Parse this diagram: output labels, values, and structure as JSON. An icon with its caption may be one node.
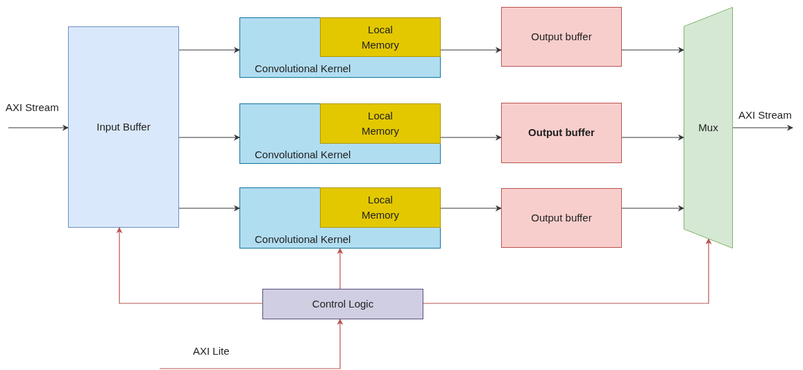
{
  "diagram": {
    "nodes": [
      {
        "text": [
          "Input Buffer"
        ]
      },
      {
        "text": [
          "Convolutional Kernel"
        ]
      },
      {
        "text": [
          "Local Memory"
        ],
        "in": 1
      },
      {
        "text": [
          "Convolutional Kernel"
        ]
      },
      {
        "text": [
          "Local Memory"
        ],
        "in": 3
      },
      {
        "text": [
          "Convolutional Kernel"
        ]
      },
      {
        "text": [
          "Local Memory"
        ],
        "in": 5
      },
      {
        "text": [
          "Output buffer"
        ]
      },
      {
        "text": [
          "Output buffer"
        ]
      },
      {
        "text": [
          "Output buffer"
        ]
      },
      {
        "text": [
          "Mux"
        ]
      },
      {
        "text": [
          "Control Logic"
        ]
      }
    ],
    "edges": [
      {
        "from": null,
        "to": 0,
        "arrow": "to",
        "label": "AXI Stream"
      },
      {
        "from": 0,
        "to": 1,
        "arrow": "to"
      },
      {
        "from": 0,
        "to": 3,
        "arrow": "to"
      },
      {
        "from": 0,
        "to": 5,
        "arrow": "to"
      },
      {
        "from": 2,
        "to": 7,
        "arrow": "to"
      },
      {
        "from": 4,
        "to": 8,
        "arrow": "to"
      },
      {
        "from": 6,
        "to": 9,
        "arrow": "to"
      },
      {
        "from": 7,
        "to": 10,
        "arrow": "to"
      },
      {
        "from": 8,
        "to": 10,
        "arrow": "to"
      },
      {
        "from": 9,
        "to": 10,
        "arrow": "to"
      },
      {
        "from": 10,
        "to": null,
        "arrow": "to",
        "label": "AXI Stream"
      },
      {
        "from": 11,
        "to": 0,
        "arrow": "to",
        "color": "#b85450"
      },
      {
        "from": 11,
        "to": 5,
        "arrow": "to",
        "color": "#b85450"
      },
      {
        "from": 11,
        "to": 10,
        "arrow": "to",
        "color": "#b85450"
      },
      {
        "from": null,
        "to": 11,
        "arrow": "to",
        "label": "AXI Lite",
        "color": "#b85450"
      }
    ]
  }
}
